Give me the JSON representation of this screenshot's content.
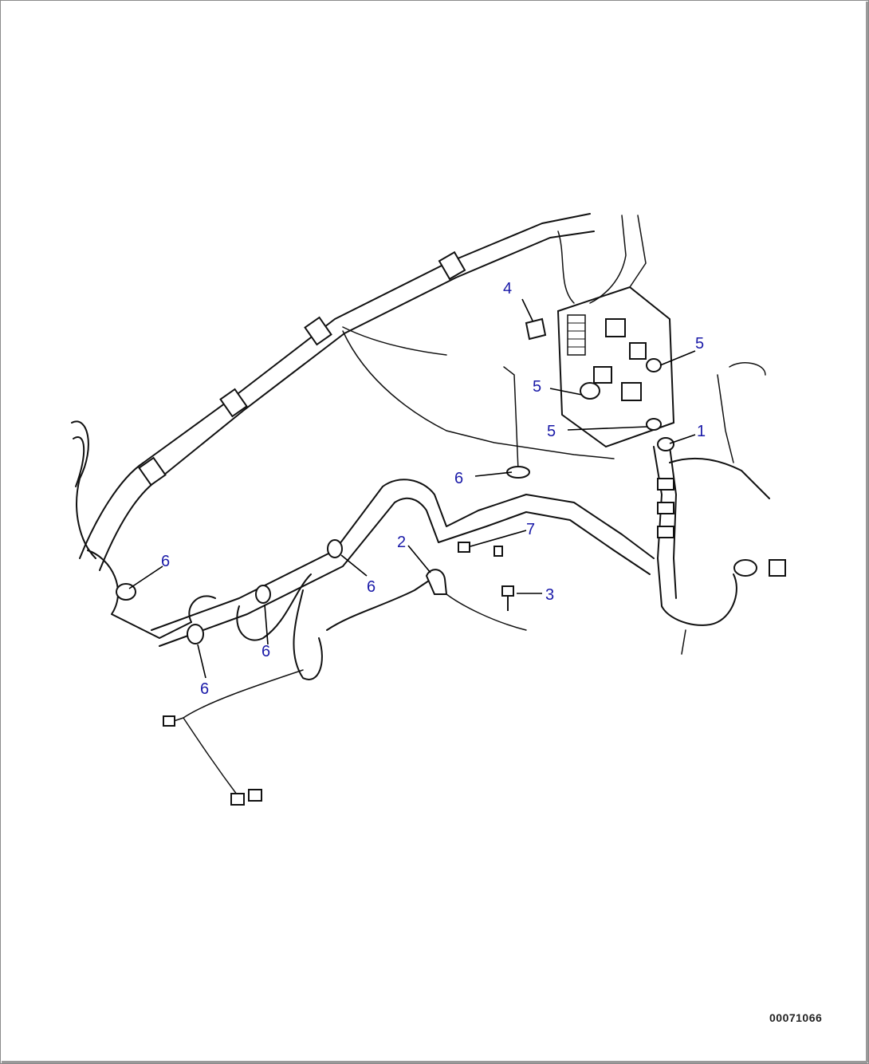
{
  "callouts": {
    "c1": "1",
    "c2": "2",
    "c3": "3",
    "c4": "4",
    "c5a": "5",
    "c5b": "5",
    "c5c": "5",
    "c6a": "6",
    "c6b": "6",
    "c6c": "6",
    "c6d": "6",
    "c6e": "6",
    "c7": "7"
  },
  "drawing_number": "00071066",
  "colors": {
    "callout": "#1a1aa8",
    "line": "#111111",
    "frame": "#8a8a8a"
  }
}
